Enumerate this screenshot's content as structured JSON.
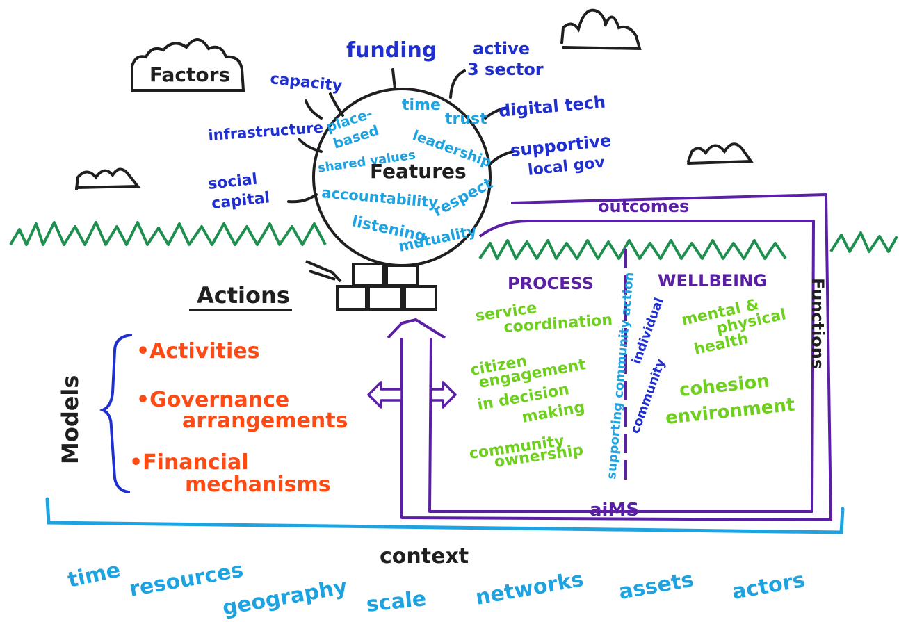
{
  "colors": {
    "ink": "#1f1f1f",
    "blue": "#1f2fd0",
    "cyan": "#1ea3e0",
    "purple": "#5b1fa6",
    "green": "#6fcf1f",
    "orange": "#ff4a14",
    "grass": "#1e8f4e"
  },
  "labels": {
    "factors": "Factors",
    "features": "Features",
    "actions": "Actions",
    "models": "Models",
    "context": "context",
    "outcomes": "outcomes",
    "aims": "aiMS",
    "functions": "Functions",
    "process": "PROCESS",
    "wellbeing": "WELLBEING"
  },
  "factors": {
    "funding": "funding",
    "active_sector_1": "active",
    "active_sector_2": "3 sector",
    "capacity": "capacity",
    "digital_tech": "digital tech",
    "supportive_1": "supportive",
    "supportive_2": "local gov",
    "infrastructure": "infrastructure",
    "social_capital_1": "social",
    "social_capital_2": "capital"
  },
  "features": {
    "place_based_1": "place-",
    "place_based_2": "based",
    "time": "time",
    "trust": "trust",
    "leadership": "leadership",
    "shared_values": "shared values",
    "accountability": "accountability",
    "respect": "respect",
    "listening": "listening",
    "mutuality": "mutuality"
  },
  "models": {
    "item1": "•Activities",
    "item2a": "•Governance",
    "item2b": "arrangements",
    "item3a": "•Financial",
    "item3b": "mechanisms"
  },
  "process_items": {
    "service_1": "service",
    "service_2": "coordination",
    "citizen_1": "citizen",
    "citizen_2": "engagement",
    "citizen_3": "in decision",
    "citizen_4": "making",
    "ownership_1": "community",
    "ownership_2": "ownership"
  },
  "wellbeing_items": {
    "health_1": "mental &",
    "health_2": "physical",
    "health_3": "health",
    "cohesion": "cohesion",
    "environment": "environment"
  },
  "axis": {
    "supporting": "supporting community action",
    "individual": "individual",
    "community": "community"
  },
  "context_items": {
    "time": "time",
    "resources": "resources",
    "geography": "geography",
    "scale": "scale",
    "networks": "networks",
    "assets": "assets",
    "actors": "actors"
  }
}
